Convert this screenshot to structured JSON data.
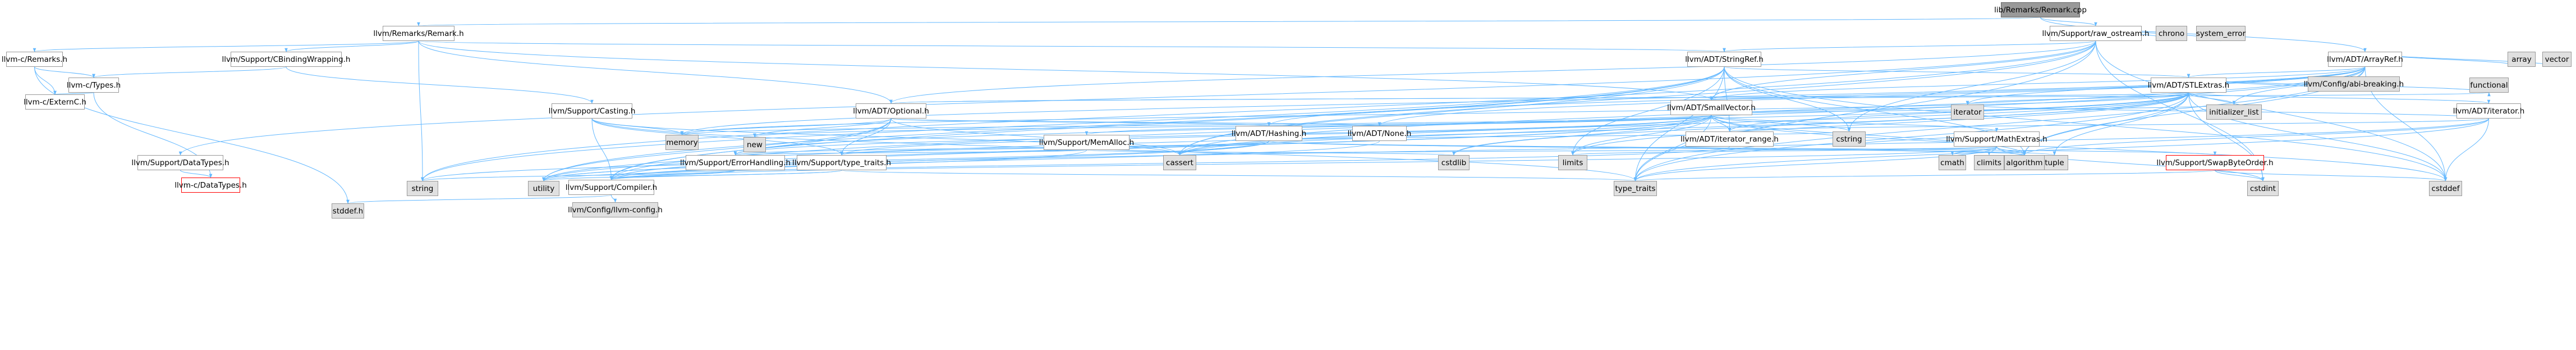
{
  "diagram": {
    "title": "",
    "root": "lib/Remarks/Remark.cpp",
    "colors": {
      "edge": "#63b8ff",
      "root_fill": "#999999",
      "system_fill": "#e0e0e0",
      "node_border": "#999999",
      "truncated_border": "#ff0000"
    },
    "nodes": [
      {
        "id": "remark_cpp",
        "label": "lib/Remarks/Remark.cpp",
        "kind": "root"
      },
      {
        "id": "remark_h",
        "label": "llvm/Remarks/Remark.h",
        "kind": "normal"
      },
      {
        "id": "raw_ostream",
        "label": "llvm/Support/raw_ostream.h",
        "kind": "normal"
      },
      {
        "id": "c_remarks",
        "label": "llvm-c/Remarks.h",
        "kind": "normal"
      },
      {
        "id": "cbinding",
        "label": "llvm/Support/CBindingWrapping.h",
        "kind": "normal"
      },
      {
        "id": "stringref",
        "label": "llvm/ADT/StringRef.h",
        "kind": "normal"
      },
      {
        "id": "arrayref",
        "label": "llvm/ADT/ArrayRef.h",
        "kind": "normal"
      },
      {
        "id": "c_types",
        "label": "llvm-c/Types.h",
        "kind": "normal"
      },
      {
        "id": "c_externc",
        "label": "llvm-c/ExternC.h",
        "kind": "normal"
      },
      {
        "id": "stlextras",
        "label": "llvm/ADT/STLExtras.h",
        "kind": "normal"
      },
      {
        "id": "casting",
        "label": "llvm/Support/Casting.h",
        "kind": "normal"
      },
      {
        "id": "optional",
        "label": "llvm/ADT/Optional.h",
        "kind": "normal"
      },
      {
        "id": "smallvector",
        "label": "llvm/ADT/SmallVector.h",
        "kind": "normal"
      },
      {
        "id": "adt_iterator",
        "label": "llvm/ADT/iterator.h",
        "kind": "normal"
      },
      {
        "id": "hashing",
        "label": "llvm/ADT/Hashing.h",
        "kind": "normal"
      },
      {
        "id": "memalloc",
        "label": "llvm/Support/MemAlloc.h",
        "kind": "normal"
      },
      {
        "id": "none",
        "label": "llvm/ADT/None.h",
        "kind": "normal"
      },
      {
        "id": "iter_range",
        "label": "llvm/ADT/iterator_range.h",
        "kind": "normal"
      },
      {
        "id": "mathextras",
        "label": "llvm/Support/MathExtras.h",
        "kind": "normal"
      },
      {
        "id": "datatypes",
        "label": "llvm/Support/DataTypes.h",
        "kind": "normal"
      },
      {
        "id": "c_datatypes",
        "label": "llvm-c/DataTypes.h",
        "kind": "truncated"
      },
      {
        "id": "errorhandling",
        "label": "llvm/Support/ErrorHandling.h",
        "kind": "normal"
      },
      {
        "id": "type_traits_h",
        "label": "llvm/Support/type_traits.h",
        "kind": "normal"
      },
      {
        "id": "swapbyteorder",
        "label": "llvm/Support/SwapByteOrder.h",
        "kind": "truncated"
      },
      {
        "id": "compiler",
        "label": "llvm/Support/Compiler.h",
        "kind": "normal"
      },
      {
        "id": "llvm_config",
        "label": "llvm/Config/llvm-config.h",
        "kind": "system"
      },
      {
        "id": "abi_breaking",
        "label": "llvm/Config/abi-breaking.h",
        "kind": "system"
      },
      {
        "id": "stddef_h",
        "label": "stddef.h",
        "kind": "system"
      },
      {
        "id": "string",
        "label": "string",
        "kind": "system"
      },
      {
        "id": "utility",
        "label": "utility",
        "kind": "system"
      },
      {
        "id": "memory",
        "label": "memory",
        "kind": "system"
      },
      {
        "id": "new",
        "label": "new",
        "kind": "system"
      },
      {
        "id": "cstdlib",
        "label": "cstdlib",
        "kind": "system"
      },
      {
        "id": "limits",
        "label": "limits",
        "kind": "system"
      },
      {
        "id": "cassert",
        "label": "cassert",
        "kind": "system"
      },
      {
        "id": "type_traits",
        "label": "type_traits",
        "kind": "system"
      },
      {
        "id": "tuple",
        "label": "tuple",
        "kind": "system"
      },
      {
        "id": "algorithm",
        "label": "algorithm",
        "kind": "system"
      },
      {
        "id": "cstring",
        "label": "cstring",
        "kind": "system"
      },
      {
        "id": "iterator",
        "label": "iterator",
        "kind": "system"
      },
      {
        "id": "init_list",
        "label": "initializer_list",
        "kind": "system"
      },
      {
        "id": "cmath",
        "label": "cmath",
        "kind": "system"
      },
      {
        "id": "climits",
        "label": "climits",
        "kind": "system"
      },
      {
        "id": "cstdint",
        "label": "cstdint",
        "kind": "system"
      },
      {
        "id": "cstddef",
        "label": "cstddef",
        "kind": "system"
      },
      {
        "id": "functional",
        "label": "functional",
        "kind": "system"
      },
      {
        "id": "array",
        "label": "array",
        "kind": "system"
      },
      {
        "id": "vector",
        "label": "vector",
        "kind": "system"
      },
      {
        "id": "chrono",
        "label": "chrono",
        "kind": "system"
      },
      {
        "id": "system_error",
        "label": "system_error",
        "kind": "system"
      }
    ],
    "edges": [
      [
        "remark_cpp",
        "remark_h"
      ],
      [
        "remark_cpp",
        "raw_ostream"
      ],
      [
        "remark_cpp",
        "arrayref"
      ],
      [
        "remark_h",
        "c_remarks"
      ],
      [
        "remark_h",
        "cbinding"
      ],
      [
        "remark_h",
        "optional"
      ],
      [
        "remark_h",
        "smallvector"
      ],
      [
        "remark_h",
        "stringref"
      ],
      [
        "remark_h",
        "string"
      ],
      [
        "c_remarks",
        "c_externc"
      ],
      [
        "c_remarks",
        "c_types"
      ],
      [
        "c_remarks",
        "stddef_h"
      ],
      [
        "c_types",
        "c_datatypes"
      ],
      [
        "c_types",
        "c_externc"
      ],
      [
        "cbinding",
        "casting"
      ],
      [
        "cbinding",
        "c_types"
      ],
      [
        "casting",
        "compiler"
      ],
      [
        "casting",
        "type_traits_h"
      ],
      [
        "casting",
        "cassert"
      ],
      [
        "casting",
        "memory"
      ],
      [
        "casting",
        "type_traits"
      ],
      [
        "compiler",
        "llvm_config"
      ],
      [
        "compiler",
        "stddef_h"
      ],
      [
        "type_traits_h",
        "compiler"
      ],
      [
        "type_traits_h",
        "type_traits"
      ],
      [
        "type_traits_h",
        "utility"
      ],
      [
        "optional",
        "hashing"
      ],
      [
        "optional",
        "none"
      ],
      [
        "optional",
        "stlextras"
      ],
      [
        "optional",
        "compiler"
      ],
      [
        "optional",
        "type_traits_h"
      ],
      [
        "optional",
        "cassert"
      ],
      [
        "optional",
        "memory"
      ],
      [
        "optional",
        "new"
      ],
      [
        "optional",
        "utility"
      ],
      [
        "hashing",
        "errorhandling"
      ],
      [
        "hashing",
        "swapbyteorder"
      ],
      [
        "hashing",
        "type_traits_h"
      ],
      [
        "hashing",
        "algorithm"
      ],
      [
        "hashing",
        "cassert"
      ],
      [
        "hashing",
        "cstring"
      ],
      [
        "hashing",
        "string"
      ],
      [
        "hashing",
        "tuple"
      ],
      [
        "hashing",
        "utility"
      ],
      [
        "errorhandling",
        "compiler"
      ],
      [
        "errorhandling",
        "string"
      ],
      [
        "swapbyteorder",
        "cstddef"
      ],
      [
        "swapbyteorder",
        "cstdint"
      ],
      [
        "swapbyteorder",
        "type_traits"
      ],
      [
        "none",
        "compiler"
      ],
      [
        "stlextras",
        "abi_breaking"
      ],
      [
        "stlextras",
        "optional"
      ],
      [
        "stlextras",
        "adt_iterator"
      ],
      [
        "stlextras",
        "iter_range"
      ],
      [
        "stlextras",
        "errorhandling"
      ],
      [
        "stlextras",
        "algorithm"
      ],
      [
        "stlextras",
        "cassert"
      ],
      [
        "stlextras",
        "cstddef"
      ],
      [
        "stlextras",
        "cstdint"
      ],
      [
        "stlextras",
        "cstdlib"
      ],
      [
        "stlextras",
        "functional"
      ],
      [
        "stlextras",
        "init_list"
      ],
      [
        "stlextras",
        "iterator"
      ],
      [
        "stlextras",
        "limits"
      ],
      [
        "stlextras",
        "memory"
      ],
      [
        "stlextras",
        "tuple"
      ],
      [
        "stlextras",
        "type_traits"
      ],
      [
        "stlextras",
        "utility"
      ],
      [
        "adt_iterator",
        "iter_range"
      ],
      [
        "adt_iterator",
        "algorithm"
      ],
      [
        "adt_iterator",
        "cstddef"
      ],
      [
        "adt_iterator",
        "iterator"
      ],
      [
        "adt_iterator",
        "type_traits"
      ],
      [
        "adt_iterator",
        "utility"
      ],
      [
        "iter_range",
        "utility"
      ],
      [
        "smallvector",
        "compiler"
      ],
      [
        "smallvector",
        "errorhandling"
      ],
      [
        "smallvector",
        "memalloc"
      ],
      [
        "smallvector",
        "type_traits_h"
      ],
      [
        "smallvector",
        "algorithm"
      ],
      [
        "smallvector",
        "cassert"
      ],
      [
        "smallvector",
        "cstddef"
      ],
      [
        "smallvector",
        "cstdlib"
      ],
      [
        "smallvector",
        "cstring"
      ],
      [
        "smallvector",
        "functional"
      ],
      [
        "smallvector",
        "init_list"
      ],
      [
        "smallvector",
        "iterator"
      ],
      [
        "smallvector",
        "limits"
      ],
      [
        "smallvector",
        "memory"
      ],
      [
        "smallvector",
        "new"
      ],
      [
        "smallvector",
        "type_traits"
      ],
      [
        "smallvector",
        "utility"
      ],
      [
        "smallvector",
        "iter_range"
      ],
      [
        "memalloc",
        "compiler"
      ],
      [
        "memalloc",
        "errorhandling"
      ],
      [
        "memalloc",
        "cstdlib"
      ],
      [
        "stringref",
        "stlextras"
      ],
      [
        "stringref",
        "iter_range"
      ],
      [
        "stringref",
        "compiler"
      ],
      [
        "stringref",
        "algorithm"
      ],
      [
        "stringref",
        "cassert"
      ],
      [
        "stringref",
        "cstddef"
      ],
      [
        "stringref",
        "cstring"
      ],
      [
        "stringref",
        "limits"
      ],
      [
        "stringref",
        "string"
      ],
      [
        "stringref",
        "type_traits"
      ],
      [
        "stringref",
        "utility"
      ],
      [
        "arrayref",
        "hashing"
      ],
      [
        "arrayref",
        "none"
      ],
      [
        "arrayref",
        "smallvector"
      ],
      [
        "arrayref",
        "stlextras"
      ],
      [
        "arrayref",
        "compiler"
      ],
      [
        "arrayref",
        "algorithm"
      ],
      [
        "arrayref",
        "array"
      ],
      [
        "arrayref",
        "cassert"
      ],
      [
        "arrayref",
        "cstddef"
      ],
      [
        "arrayref",
        "init_list"
      ],
      [
        "arrayref",
        "iterator"
      ],
      [
        "arrayref",
        "memory"
      ],
      [
        "arrayref",
        "type_traits"
      ],
      [
        "arrayref",
        "vector"
      ],
      [
        "raw_ostream",
        "smallvector"
      ],
      [
        "raw_ostream",
        "stringref"
      ],
      [
        "raw_ostream",
        "optional"
      ],
      [
        "raw_ostream",
        "datatypes"
      ],
      [
        "raw_ostream",
        "cassert"
      ],
      [
        "raw_ostream",
        "chrono"
      ],
      [
        "raw_ostream",
        "cstddef"
      ],
      [
        "raw_ostream",
        "cstdint"
      ],
      [
        "raw_ostream",
        "cstring"
      ],
      [
        "raw_ostream",
        "string"
      ],
      [
        "raw_ostream",
        "system_error"
      ],
      [
        "raw_ostream",
        "type_traits"
      ],
      [
        "datatypes",
        "c_datatypes"
      ],
      [
        "mathextras",
        "compiler"
      ],
      [
        "mathextras",
        "algorithm"
      ],
      [
        "mathextras",
        "cassert"
      ],
      [
        "mathextras",
        "climits"
      ],
      [
        "mathextras",
        "cmath"
      ],
      [
        "mathextras",
        "cstdint"
      ],
      [
        "mathextras",
        "cstring"
      ],
      [
        "mathextras",
        "limits"
      ],
      [
        "mathextras",
        "type_traits"
      ],
      [
        "smallvector",
        "mathextras"
      ]
    ]
  }
}
